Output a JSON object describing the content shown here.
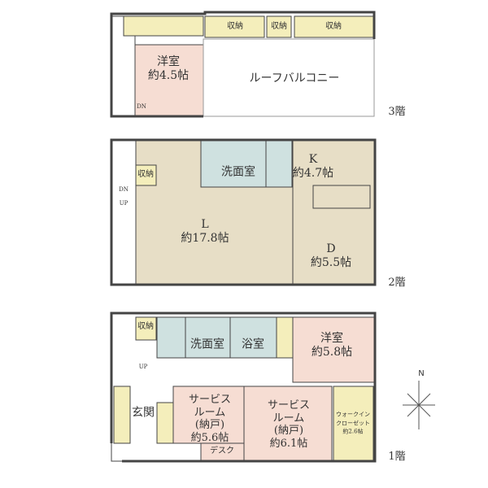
{
  "colors": {
    "wall": "#444444",
    "bedroom": "#f6ddd3",
    "living": "#e7dec6",
    "wet": "#cfe1e0",
    "storage": "#f4eebb",
    "white": "#ffffff"
  },
  "floor3": {
    "label": "3階",
    "storage": [
      "収納",
      "収納",
      "収納"
    ],
    "bedroom": {
      "name": "洋室",
      "size": "約4.5帖"
    },
    "balcony": "ルーフバルコニー",
    "dn": "DN"
  },
  "floor2": {
    "label": "2階",
    "storage": "収納",
    "washroom": "洗面室",
    "living": {
      "name": "L",
      "size": "約17.8帖"
    },
    "kitchen": {
      "name": "K",
      "size": "約4.7帖"
    },
    "dining": {
      "name": "D",
      "size": "約5.5帖"
    },
    "dn": "DN",
    "up": "UP"
  },
  "floor1": {
    "label": "1階",
    "storage": "収納",
    "washroom": "洗面室",
    "bath": "浴室",
    "bedroom": {
      "name": "洋室",
      "size": "約5.8帖"
    },
    "service1": {
      "name1": "サービス",
      "name2": "ルーム",
      "name3": "(納戸)",
      "size": "約5.6帖"
    },
    "service2": {
      "name1": "サービス",
      "name2": "ルーム",
      "name3": "(納戸)",
      "size": "約6.1帖"
    },
    "desk": "デスク",
    "entrance": "玄関",
    "wic": {
      "name1": "ウォークイン",
      "name2": "クローゼット",
      "size": "約2.6帖"
    },
    "up": "UP"
  },
  "compass": {
    "label": "N"
  }
}
